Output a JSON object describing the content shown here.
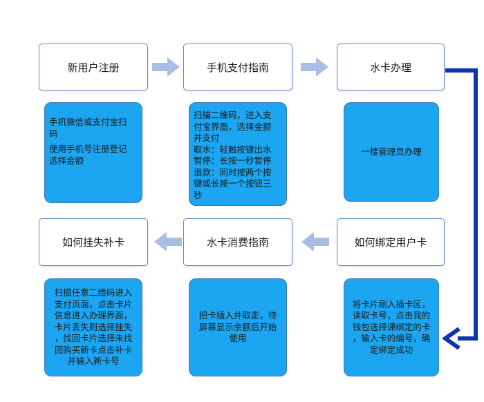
{
  "colors": {
    "box_border": "#5a87c0",
    "desc_fill": "#1ca5f1",
    "light_arrow": "#aabde3",
    "flow_line": "#0b35a8"
  },
  "steps": {
    "register": {
      "label": "新用户注册",
      "desc": [
        "手机微信或支付宝扫",
        "码",
        "使用手机号注册登记",
        "选择金额"
      ]
    },
    "pay_guide": {
      "label": "手机支付指南",
      "desc": [
        "扫描二维码，进入支",
        "付宝界面，选择金额",
        "并支付",
        "取水：轻触按键出水",
        "暂停：长按一秒暂停",
        "退款：同时按两个按",
        "键或长按一个按钮三",
        "秒"
      ]
    },
    "card_apply": {
      "label": "水卡办理",
      "desc": [
        "一楼管理员办理"
      ]
    },
    "bind_card": {
      "label": "如何绑定用户卡",
      "desc": [
        "将卡片刚入插卡区，",
        "读取卡号，点击我的",
        "钱包选择课绑定的卡",
        "，输入卡的编号，确",
        "定绑定成功"
      ]
    },
    "consume_guide": {
      "label": "水卡消费指南",
      "desc": [
        "把卡插入并取走，待",
        "屏幕显示余额后开始",
        "使用"
      ]
    },
    "report_loss": {
      "label": "如何挂失补卡",
      "desc": [
        "扫描任意二维码进入",
        "支付页面，点击卡片",
        "信息进入办理界面，",
        "卡片丢失则选择挂失",
        "，找回卡片选择未找",
        "回购买新卡点击补卡",
        "并输入新卡号"
      ]
    }
  }
}
